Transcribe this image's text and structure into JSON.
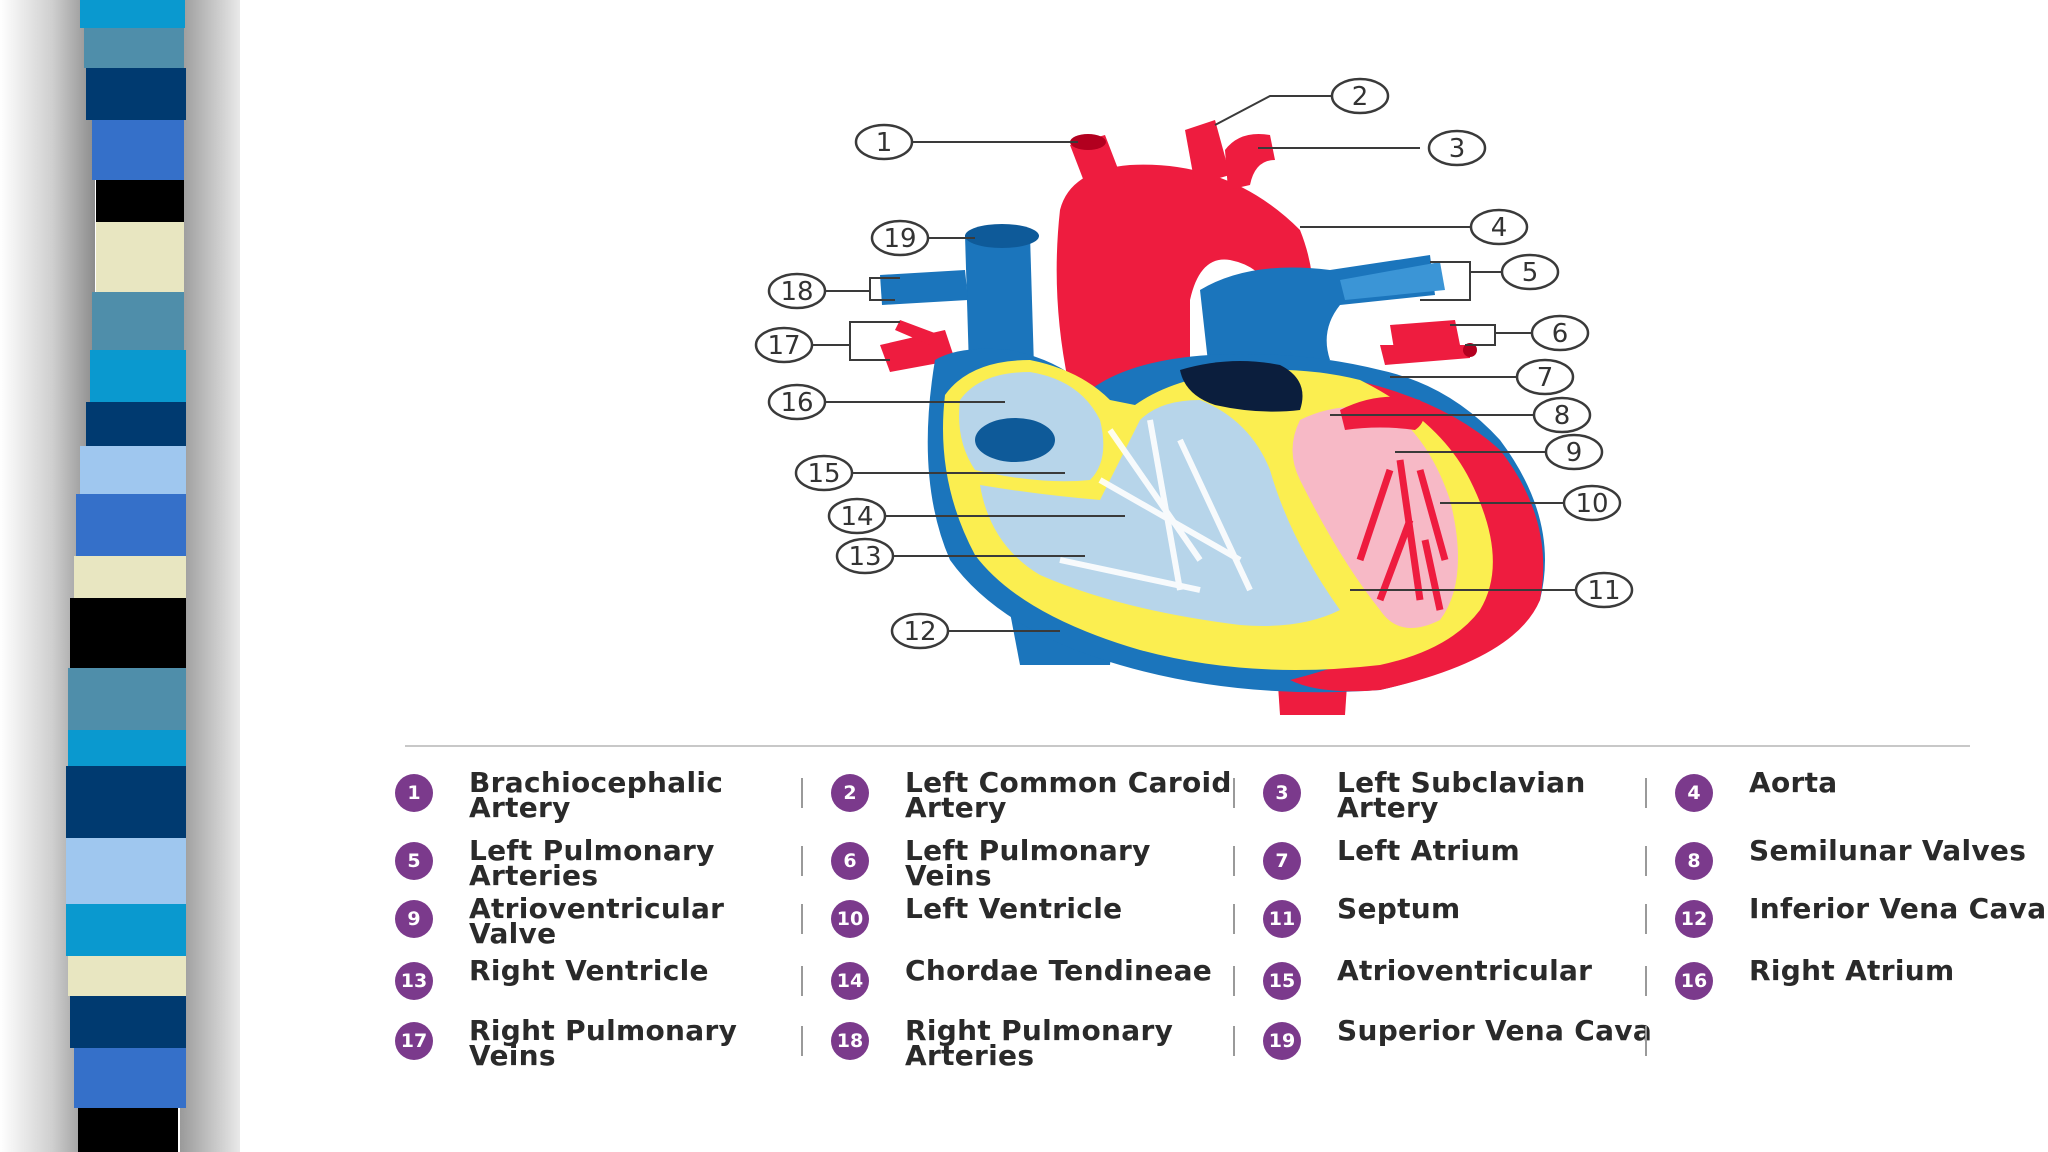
{
  "callouts": [
    "1",
    "2",
    "3",
    "4",
    "5",
    "6",
    "7",
    "8",
    "9",
    "10",
    "11",
    "12",
    "13",
    "14",
    "15",
    "16",
    "17",
    "18",
    "19"
  ],
  "legend": [
    {
      "num": "1",
      "label": "Brachiocephalic Artery"
    },
    {
      "num": "2",
      "label": "Left Common Caroid Artery"
    },
    {
      "num": "3",
      "label": "Left Subclavian Artery"
    },
    {
      "num": "4",
      "label": "Aorta"
    },
    {
      "num": "5",
      "label": "Left Pulmonary Arteries"
    },
    {
      "num": "6",
      "label": "Left Pulmonary Veins"
    },
    {
      "num": "7",
      "label": "Left Atrium"
    },
    {
      "num": "8",
      "label": "Semilunar Valves"
    },
    {
      "num": "9",
      "label": "Atrioventricular Valve"
    },
    {
      "num": "10",
      "label": "Left Ventricle"
    },
    {
      "num": "11",
      "label": "Septum"
    },
    {
      "num": "12",
      "label": "Inferior Vena Cava"
    },
    {
      "num": "13",
      "label": "Right Ventricle"
    },
    {
      "num": "14",
      "label": "Chordae Tendineae"
    },
    {
      "num": "15",
      "label": "Atrioventricular"
    },
    {
      "num": "16",
      "label": "Right Atrium"
    },
    {
      "num": "17",
      "label": "Right Pulmonary Veins"
    },
    {
      "num": "18",
      "label": "Right Pulmonary Arteries"
    },
    {
      "num": "19",
      "label": "Superior Vena Cava"
    }
  ],
  "colors": {
    "artery_red": "#ee1c3f",
    "vein_blue": "#1b75bc",
    "light_blue": "#b7d5ea",
    "wall_yellow": "#fbee50",
    "legend_purple": "#7b3a8c"
  }
}
